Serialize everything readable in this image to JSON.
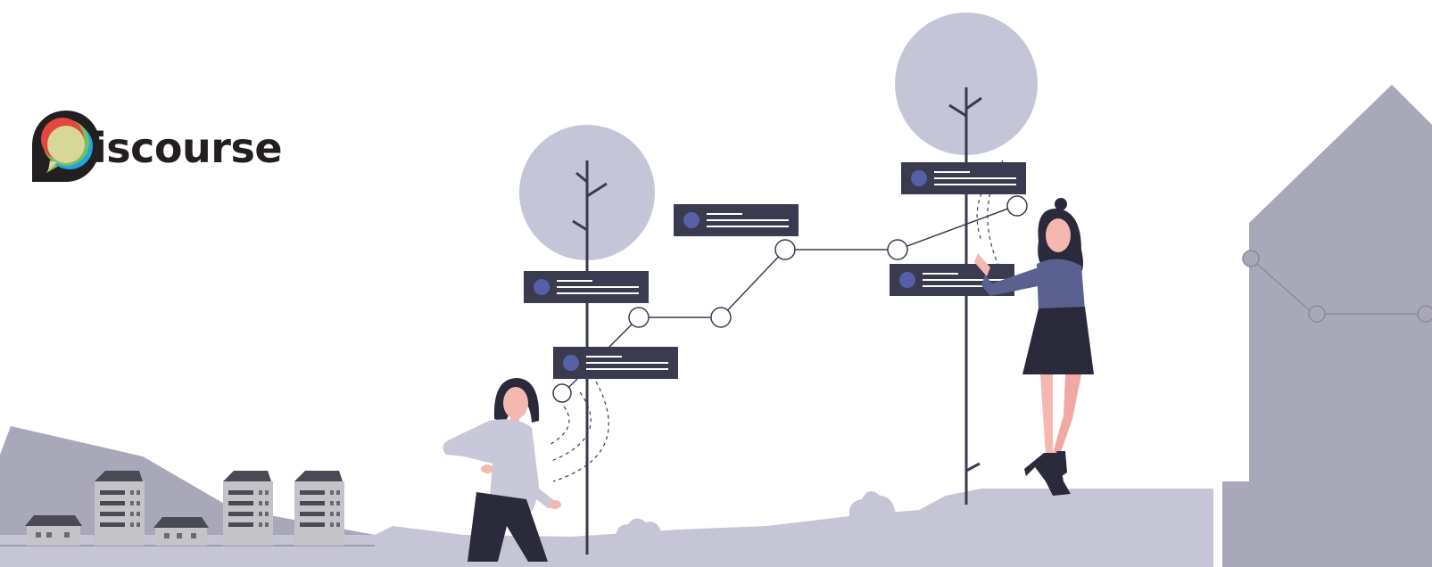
{
  "brand": {
    "logo_text": "iscourse",
    "logo_alt": "Discourse",
    "logo_icon": "discourse-speech-bubble-icon",
    "colors": {
      "ink": "#231f20",
      "bubble_yellow": "#d8d79a",
      "bubble_red": "#e4473d",
      "bubble_blue": "#1ca7e0",
      "bubble_green": "#83bf56"
    }
  },
  "illustration": {
    "theme": "community-timeline-illustration",
    "colors": {
      "tree_canopy": "#c5c5d8",
      "card": "#3b3b4f",
      "card_dot": "#5560a8",
      "ground": "#c6c5d6",
      "hill": "#a9a8b8",
      "building_light": "#c4c4c8",
      "building_dark": "#4a4a55",
      "skin": "#f4b8b0",
      "hair": "#2a2a3a",
      "shirt_light": "#c9c8d9",
      "shirt_blue": "#5a6090",
      "pants": "#2a2a3a"
    }
  }
}
